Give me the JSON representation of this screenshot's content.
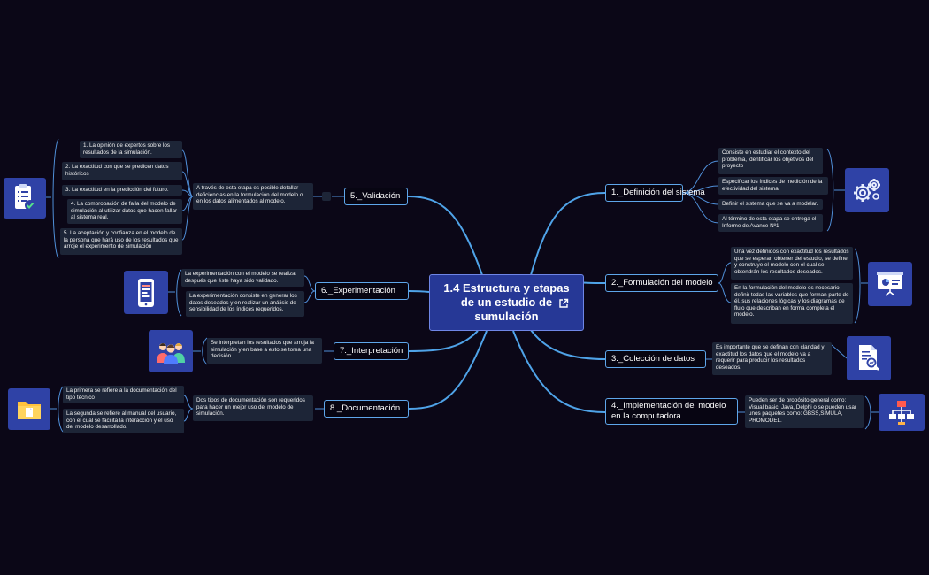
{
  "central": {
    "title": "1.4 Estructura y etapas de un estudio de sumulación"
  },
  "topics": {
    "t1": "1._Definición del sistema",
    "t2": "2._Formulación del modelo",
    "t3": "3._Colección de datos",
    "t4": "4._Implementación del modelo en la computadora",
    "t5": "5._Validación",
    "t6": "6._Experimentación",
    "t7": "7._Interpretación",
    "t8": "8._Documentación"
  },
  "notes": {
    "n1a": "Consiste en estudiar el contexto del problema, identificar los objetivos del proyecto",
    "n1b": "Especificar los índices de medición de la efectividad del sistema",
    "n1c": "Definir el sistema que se va a modelar.",
    "n1d": "Al término de esta etapa se entrega el Informe de Avance Nº1",
    "n2a": "Una vez definidos con exactitud los resultados que se esperan obtener del estudio, se define y construye el modelo con el cual se obtendrán los resultados deseados.",
    "n2b": "En la formulación del modelo es necesario definir todas las variables que forman parte de él, sus relaciones lógicas y los diagramas de flujo que describan en forma completa el modelo.",
    "n3a": "Es importante que se definan con claridad y exactitud los datos que el modelo va a requerir para producir los resultados deseados.",
    "n4a": "Pueden ser de propósito general como: Visual basic, Java, Delphi o se pueden usar unos paquetes como: GBSS,SIMULA, PROMODEL.",
    "n5main": "A través de esta etapa es posible detallar deficiencias en la formulación del modelo o en los datos alimentados al modelo.",
    "n5a": "1.      La opinión de expertos sobre los resultados de la simulación.",
    "n5b": "2.      La exactitud con que se predicen datos históricos",
    "n5c": "3.      La exactitud en la predicción del futuro.",
    "n5d": "4.      La comprobación de falla del modelo de simulación al utilizar datos que hacen fallar al sistema real.",
    "n5e": "5.      La aceptación y confianza en el modelo de la persona que hará uso de los resultados que arroje el experimento de simulación",
    "n6a": "La experimentación con el modelo se realiza después que éste haya sido validado.",
    "n6b": "La experimentación consiste en generar los datos deseados y en realizar un análisis de sensibilidad de los índices requeridos.",
    "n7a": "Se interpretan los resultados que arroja la simulación y en base a esto se toma una decisión.",
    "n8main": "Dos tipos de documentación son requeridos para hacer un mejor uso del modelo de simulación.",
    "n8a": "La primera se refiere a la documentación del tipo técnico",
    "n8b": "La segunda se refiere al manual del usuario, con el cual se facilita la interacción y el uso del modelo desarrollado."
  },
  "icons": {
    "t1": "gears-icon",
    "t2": "presentation-board-icon",
    "t3": "document-search-icon",
    "t4": "flowchart-icon",
    "t5": "checklist-icon",
    "t6": "smartphone-icon",
    "t7": "people-group-icon",
    "t8": "folder-icon",
    "central": "external-link-icon"
  },
  "colors": {
    "background": "#0b0717",
    "central": "#263896",
    "topic_border": "#5ea6ea",
    "note": "#1d2537",
    "icon_box": "#2f42a6",
    "link": "#4fa3e8"
  }
}
